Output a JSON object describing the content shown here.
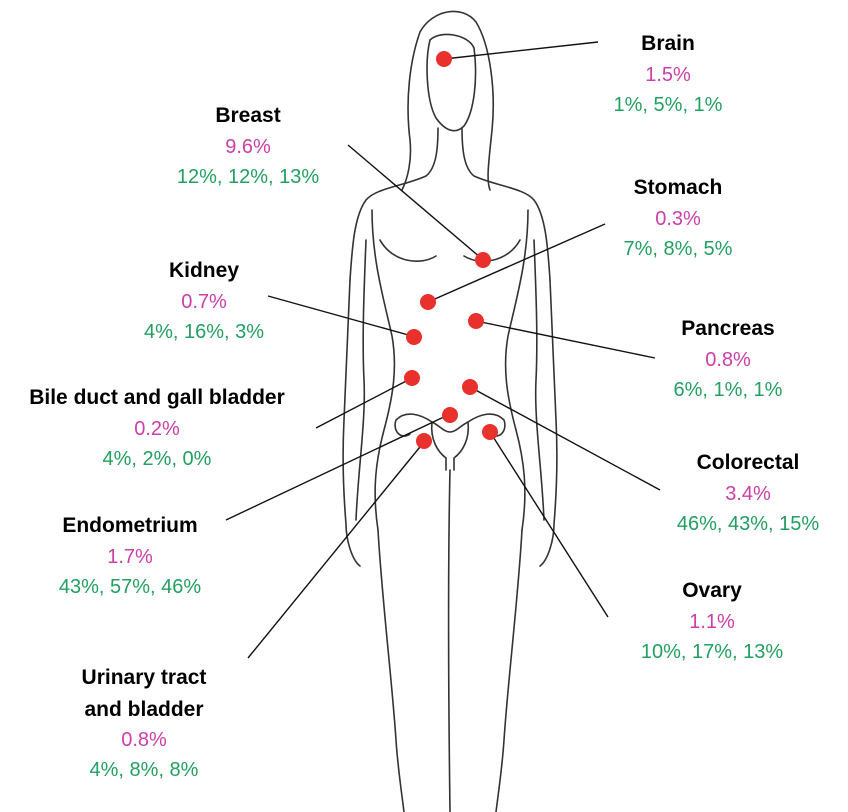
{
  "colors": {
    "rate": "#cc3fa8",
    "cumulative": "#22a060",
    "dot": "#e8302c",
    "outline": "#333333",
    "leader": "#111111"
  },
  "labels": {
    "brain": {
      "name": "Brain",
      "rate": "1.5%",
      "cumulative": "1%, 5%, 1%"
    },
    "breast": {
      "name": "Breast",
      "rate": "9.6%",
      "cumulative": "12%, 12%, 13%"
    },
    "stomach": {
      "name": "Stomach",
      "rate": "0.3%",
      "cumulative": "7%, 8%, 5%"
    },
    "kidney": {
      "name": "Kidney",
      "rate": "0.7%",
      "cumulative": "4%, 16%, 3%"
    },
    "pancreas": {
      "name": "Pancreas",
      "rate": "0.8%",
      "cumulative": "6%, 1%, 1%"
    },
    "bile": {
      "name": "Bile duct and gall bladder",
      "rate": "0.2%",
      "cumulative": "4%, 2%, 0%"
    },
    "colorectal": {
      "name": "Colorectal",
      "rate": "3.4%",
      "cumulative": "46%, 43%, 15%"
    },
    "endometrium": {
      "name": "Endometrium",
      "rate": "1.7%",
      "cumulative": "43%, 57%, 46%"
    },
    "ovary": {
      "name": "Ovary",
      "rate": "1.1%",
      "cumulative": "10%, 17%, 13%"
    },
    "urinary": {
      "name": "Urinary tract and bladder",
      "name_line1": "Urinary tract",
      "name_line2": "and bladder",
      "rate": "0.8%",
      "cumulative": "4%, 8%, 8%"
    }
  }
}
